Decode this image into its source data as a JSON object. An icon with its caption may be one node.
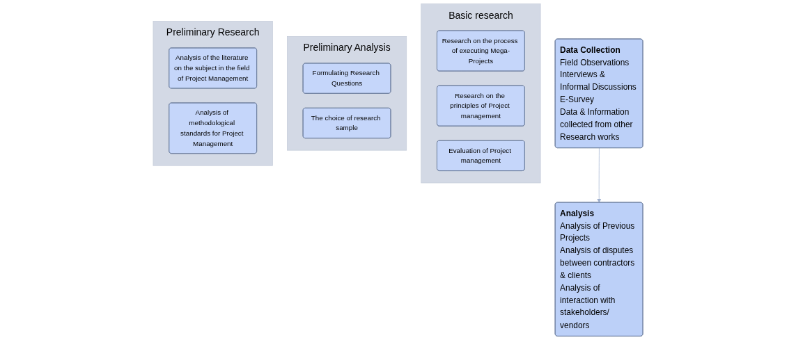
{
  "diagram": {
    "nodes": [
      {
        "text": [
          "Preliminary Research"
        ]
      },
      {
        "text": [
          "Analysis of the literature on the subject in the field of Project Management"
        ],
        "in": 0
      },
      {
        "text": [
          "Analysis of methodological standards for Project Management"
        ],
        "in": 0
      },
      {
        "text": [
          "Preliminary Analysis"
        ]
      },
      {
        "text": [
          "Formulating Research Questions"
        ],
        "in": 3
      },
      {
        "text": [
          "The choice of research sample"
        ],
        "in": 3
      },
      {
        "text": [
          "Basic research"
        ]
      },
      {
        "text": [
          "Research on the process of executing Mega-Projects"
        ],
        "in": 6
      },
      {
        "text": [
          "Research on the principles of Project management"
        ],
        "in": 6
      },
      {
        "text": [
          "Evaluation of Project management"
        ],
        "in": 6
      },
      {
        "text": [
          "Data Collection",
          "Field Observations",
          "Interviews & Informal Discussions",
          "E-Survey",
          "Data & Information collected from other Research works"
        ]
      },
      {
        "text": [
          "Analysis",
          "Analysis of Previous Projects",
          "Analysis of disputes between contractors & clients",
          "Analysis of interaction with stakeholders/ vendors"
        ]
      }
    ],
    "edges": [
      {
        "from": 10,
        "to": 11,
        "arrow": "to"
      }
    ]
  }
}
